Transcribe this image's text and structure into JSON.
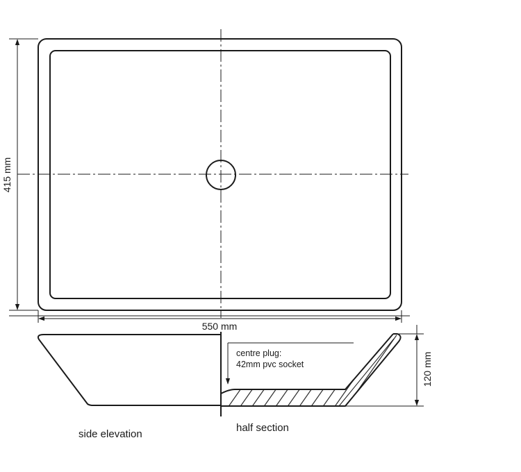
{
  "plan_view": {
    "width_label": "550 mm",
    "depth_label": "415 mm"
  },
  "elevation": {
    "height_label": "120 mm",
    "plug_note_line1": "centre plug:",
    "plug_note_line2": "42mm pvc socket",
    "side_elevation_caption": "side elevation",
    "half_section_caption": "half section"
  }
}
